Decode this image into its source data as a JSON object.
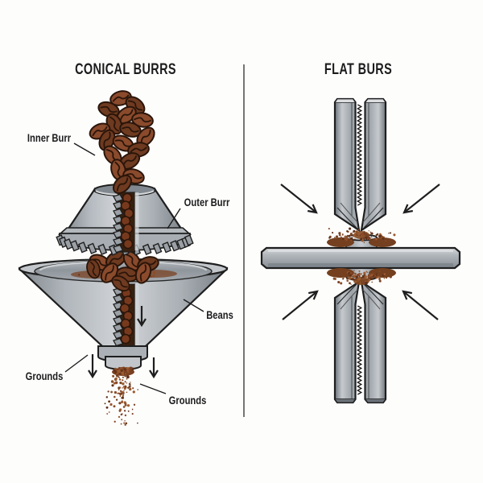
{
  "page": {
    "background": "#fdfdfc",
    "divider_color": "#4a4a4a"
  },
  "left_panel": {
    "title": "CONICAL BURRS",
    "labels": {
      "inner_burr": "Inner Burr",
      "outer_burr": "Outer Burr",
      "beans": "Beans",
      "grounds_left": "Grounds",
      "grounds_right": "Grounds"
    }
  },
  "right_panel": {
    "title": "FLAT BURS"
  },
  "icons": {
    "down_arrow": "↓",
    "inward_arrow": "↘"
  },
  "colors": {
    "outline": "#1e1e1e",
    "metal_light": "#d5d8da",
    "metal_mid": "#a7adb2",
    "metal_dark": "#70777e",
    "bean_brown": "#8a4a2c",
    "bean_dark": "#6e3a20",
    "bean_outline": "#2a150a",
    "grounds_brown": "#7a4123",
    "text": "#1c1c1c"
  }
}
